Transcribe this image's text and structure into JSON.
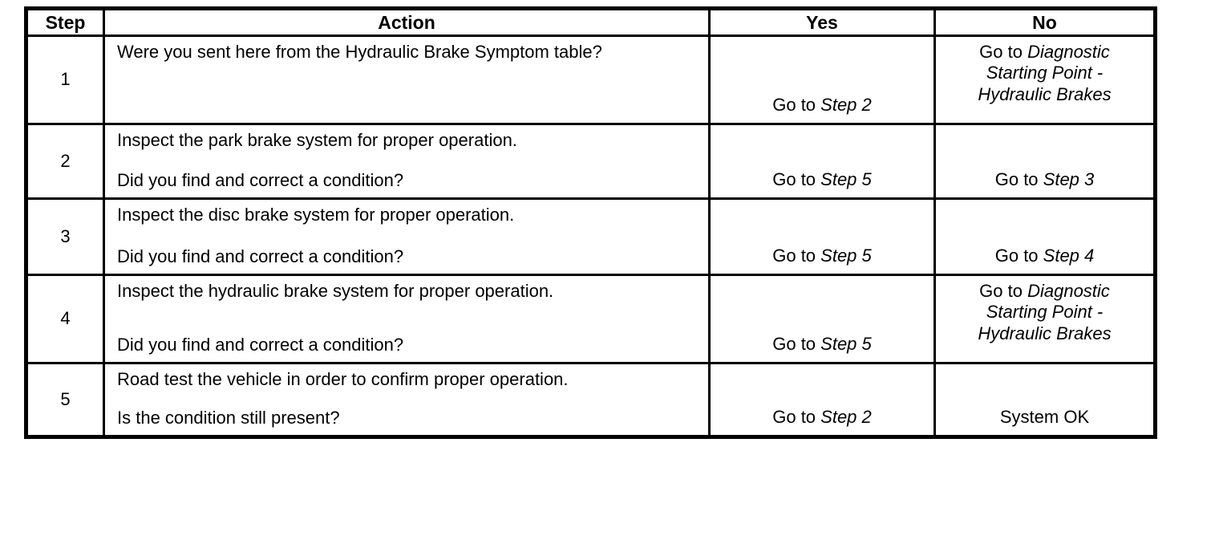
{
  "table": {
    "headers": {
      "step": "Step",
      "action": "Action",
      "yes": "Yes",
      "no": "No"
    },
    "rows": [
      {
        "step": "1",
        "action_q1": "Were you sent here from the Hydraulic Brake Symptom table?",
        "action_q2": "",
        "yes": {
          "prefix": "Go to ",
          "target": "Step 2"
        },
        "no": {
          "prefix": "Go to ",
          "target": "Diagnostic Starting Point - Hydraulic Brakes"
        }
      },
      {
        "step": "2",
        "action_q1": "Inspect the park brake system for proper operation.",
        "action_q2": "Did you find and correct a condition?",
        "yes": {
          "prefix": "Go to ",
          "target": "Step 5"
        },
        "no": {
          "prefix": "Go to ",
          "target": "Step 3"
        }
      },
      {
        "step": "3",
        "action_q1": "Inspect the disc brake system for proper operation.",
        "action_q2": "Did you find and correct a condition?",
        "yes": {
          "prefix": "Go to ",
          "target": "Step 5"
        },
        "no": {
          "prefix": "Go to ",
          "target": "Step 4"
        }
      },
      {
        "step": "4",
        "action_q1": "Inspect the hydraulic brake system for proper operation.",
        "action_q2": "Did you find and correct a condition?",
        "yes": {
          "prefix": "Go to ",
          "target": "Step 5"
        },
        "no": {
          "prefix": "Go to ",
          "target": "Diagnostic Starting Point - Hydraulic Brakes"
        }
      },
      {
        "step": "5",
        "action_q1": "Road test the vehicle in order to confirm proper operation.",
        "action_q2": "Is the condition still present?",
        "yes": {
          "prefix": "Go to ",
          "target": "Step 2"
        },
        "no": {
          "text": "System OK"
        }
      }
    ]
  }
}
